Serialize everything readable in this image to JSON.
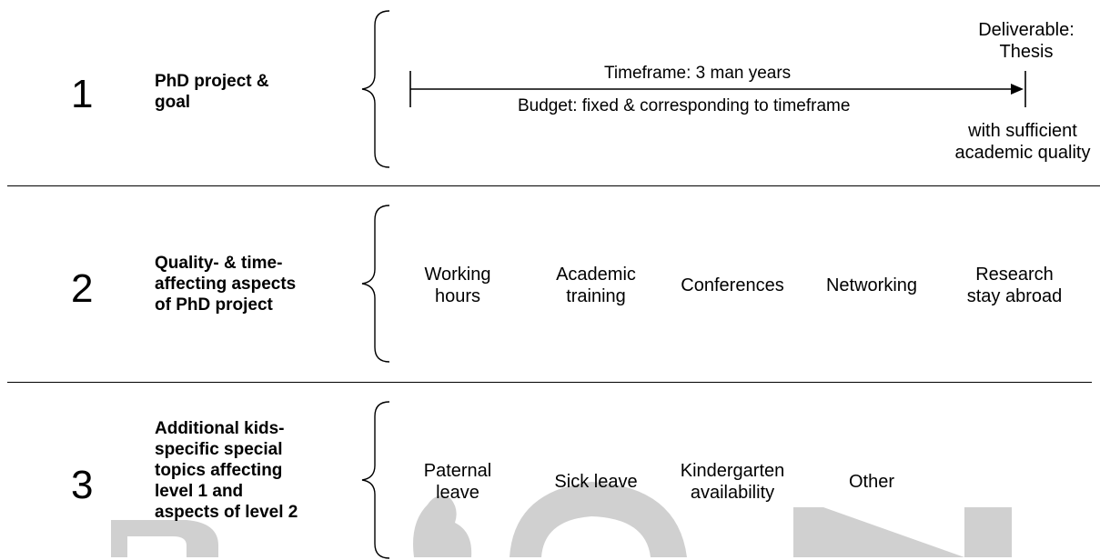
{
  "levels": [
    {
      "number": "1",
      "title": "PhD project &\ngoal",
      "timeline": {
        "timeframe": "Timeframe: 3 man years",
        "budget": "Budget: fixed & corresponding to timeframe",
        "deliverable": "Deliverable:\nThesis",
        "quality": "with sufficient\nacademic quality"
      }
    },
    {
      "number": "2",
      "title": "Quality- & time-\naffecting aspects\nof PhD project",
      "items": [
        "Working\nhours",
        "Academic\ntraining",
        "Conferences",
        "Networking",
        "Research\nstay abroad"
      ]
    },
    {
      "number": "3",
      "title": "Additional kids-\nspecific special\ntopics affecting\nlevel 1 and\naspects of level 2",
      "items": [
        "Paternal\nleave",
        "Sick leave",
        "Kindergarten\navailability",
        "Other"
      ]
    }
  ],
  "colors": {
    "text": "#000000",
    "line": "#000000",
    "watermark": "#c8c8c8"
  }
}
